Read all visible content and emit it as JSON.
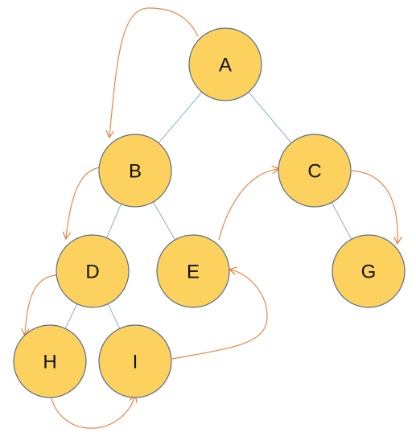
{
  "colors": {
    "node_fill": "#FCD15E",
    "node_stroke": "#5A6E82",
    "tree_edge": "#86AFCF",
    "traversal_arrow": "#E8884A"
  },
  "nodes": [
    {
      "id": "A",
      "label": "A"
    },
    {
      "id": "B",
      "label": "B"
    },
    {
      "id": "C",
      "label": "C"
    },
    {
      "id": "D",
      "label": "D"
    },
    {
      "id": "E",
      "label": "E"
    },
    {
      "id": "G",
      "label": "G"
    },
    {
      "id": "H",
      "label": "H"
    },
    {
      "id": "I",
      "label": "I"
    }
  ],
  "tree_edges": [
    {
      "from": "A",
      "to": "B"
    },
    {
      "from": "A",
      "to": "C"
    },
    {
      "from": "B",
      "to": "D"
    },
    {
      "from": "B",
      "to": "E"
    },
    {
      "from": "C",
      "to": "G"
    },
    {
      "from": "D",
      "to": "H"
    },
    {
      "from": "D",
      "to": "I"
    }
  ],
  "traversal": [
    "A",
    "B",
    "D",
    "H",
    "I",
    "E",
    "C",
    "G"
  ]
}
